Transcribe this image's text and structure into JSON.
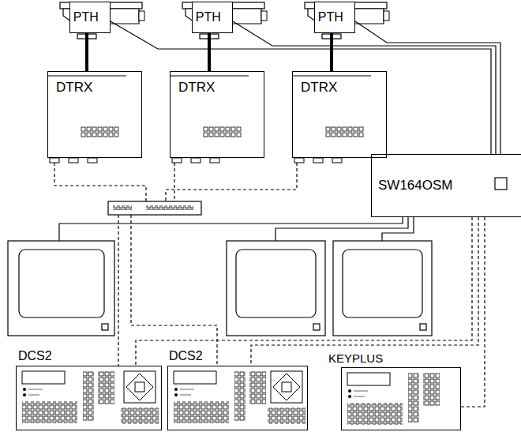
{
  "diagram": {
    "nodes": [
      {
        "text": [
          "PTH"
        ]
      },
      {
        "text": [
          "PTH"
        ]
      },
      {
        "text": [
          "PTH"
        ]
      },
      {
        "text": [
          "DTRX"
        ]
      },
      {
        "text": [
          "DTRX"
        ]
      },
      {
        "text": [
          "DTRX"
        ]
      },
      {
        "text": [
          "SW164OSM"
        ]
      },
      {
        "text": [
          "DCS2"
        ]
      },
      {
        "text": [
          "DCS2"
        ]
      },
      {
        "text": [
          "KEYPLUS"
        ]
      }
    ],
    "edges": [
      {
        "from": 0,
        "to": 3,
        "arrow": "none"
      },
      {
        "from": 1,
        "to": 4,
        "arrow": "none"
      },
      {
        "from": 2,
        "to": 5,
        "arrow": "none"
      },
      {
        "from": 0,
        "to": 6,
        "arrow": "none"
      },
      {
        "from": 1,
        "to": 6,
        "arrow": "none"
      },
      {
        "from": 2,
        "to": 6,
        "arrow": "none"
      },
      {
        "from": 6,
        "to": 7,
        "arrow": "none"
      },
      {
        "from": 6,
        "to": 8,
        "arrow": "none"
      },
      {
        "from": 6,
        "to": 9,
        "arrow": "none"
      }
    ]
  }
}
